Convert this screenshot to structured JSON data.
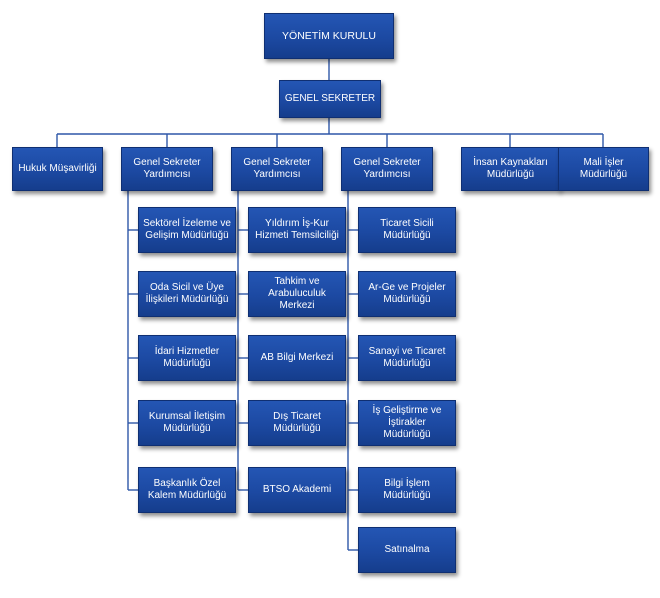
{
  "chart": {
    "board": "YÖNETİM KURULU",
    "secretary": "GENEL SEKRETER",
    "legal": "Hukuk Müşavirliği",
    "assistant1": "Genel Sekreter\nYardımcısı",
    "assistant2": "Genel Sekreter\nYardımcısı",
    "assistant3": "Genel Sekreter\nYardımcısı",
    "hr": "İnsan Kaynakları\nMüdürlüğü",
    "finance": "Mali İşler\nMüdürlüğü",
    "col1": [
      "Sektörel İzeleme ve\nGelişim Müdürlüğü",
      "Oda Sicil ve Üye\nİlişkileri Müdürlüğü",
      "İdari Hizmetler\nMüdürlüğü",
      "Kurumsal İletişim\nMüdürlüğü",
      "Başkanlık Özel\nKalem Müdürlüğü"
    ],
    "col2": [
      "Yıldırım İş-Kur\nHizmeti Temsilciliği",
      "Tahkim ve\nArabuluculuk\nMerkezi",
      "AB Bilgi Merkezi",
      "Dış Ticaret\nMüdürlüğü",
      "BTSO Akademi"
    ],
    "col3": [
      "Ticaret Sicili\nMüdürlüğü",
      "Ar-Ge ve Projeler\nMüdürlüğü",
      "Sanayi ve Ticaret\nMüdürlüğü",
      "İş Geliştirme ve\nİştirakler\nMüdürlüğü",
      "Bilgi İşlem\nMüdürlüğü",
      "Satınalma"
    ]
  }
}
